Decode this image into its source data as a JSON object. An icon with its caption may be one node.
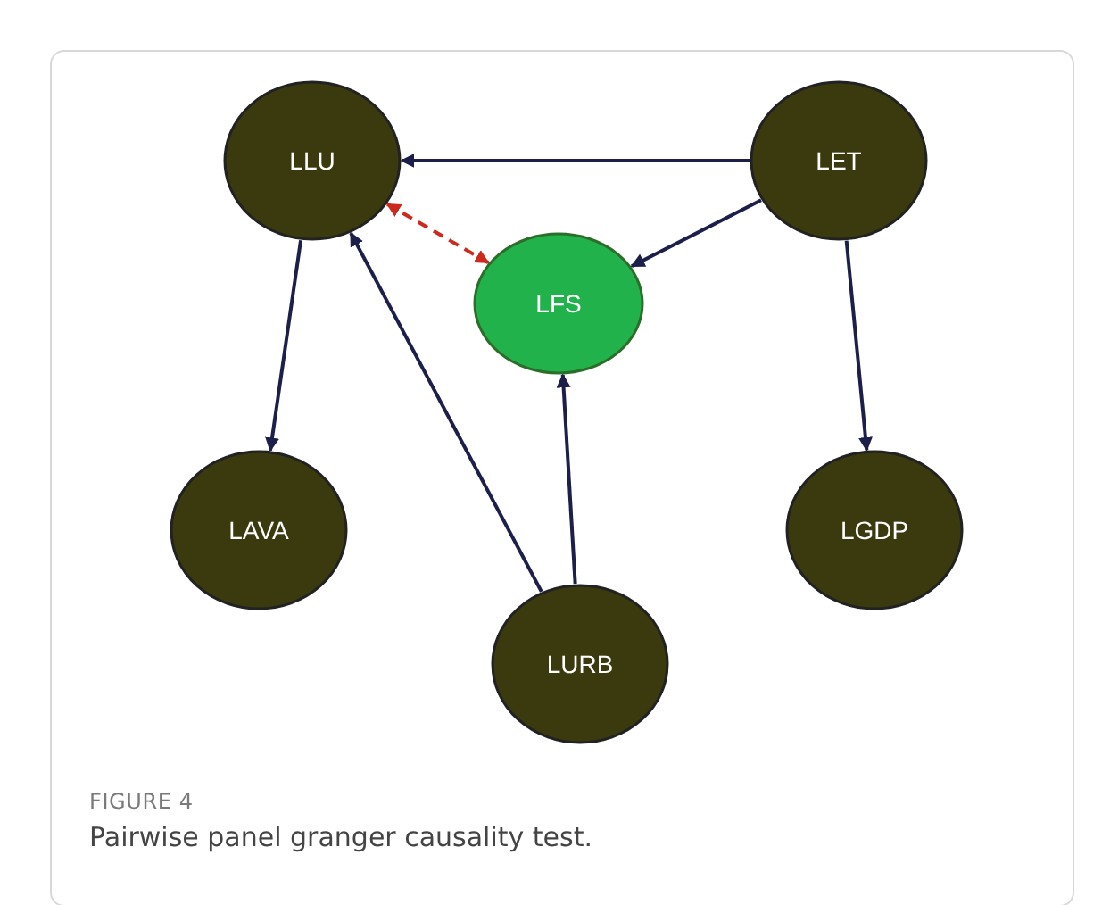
{
  "diagram": {
    "caption": "Pairwise panel granger causality test.",
    "nodes": [
      {
        "text": [
          "LLU"
        ]
      },
      {
        "text": [
          "LET"
        ]
      },
      {
        "text": [
          "LFS"
        ]
      },
      {
        "text": [
          "LAVA"
        ]
      },
      {
        "text": [
          "LGDP"
        ]
      },
      {
        "text": [
          "LURB"
        ]
      }
    ],
    "edges": [
      {
        "from": 1,
        "to": 0,
        "arrow": "to"
      },
      {
        "from": 0,
        "to": 2,
        "arrow": "both",
        "style": "dashed",
        "color": "#cc2a1e"
      },
      {
        "from": 1,
        "to": 2,
        "arrow": "to"
      },
      {
        "from": 0,
        "to": 3,
        "arrow": "to"
      },
      {
        "from": 1,
        "to": 4,
        "arrow": "to"
      },
      {
        "from": 5,
        "to": 0,
        "arrow": "to"
      },
      {
        "from": 5,
        "to": 2,
        "arrow": "to"
      }
    ],
    "labels": [
      "FIGURE 4"
    ]
  }
}
